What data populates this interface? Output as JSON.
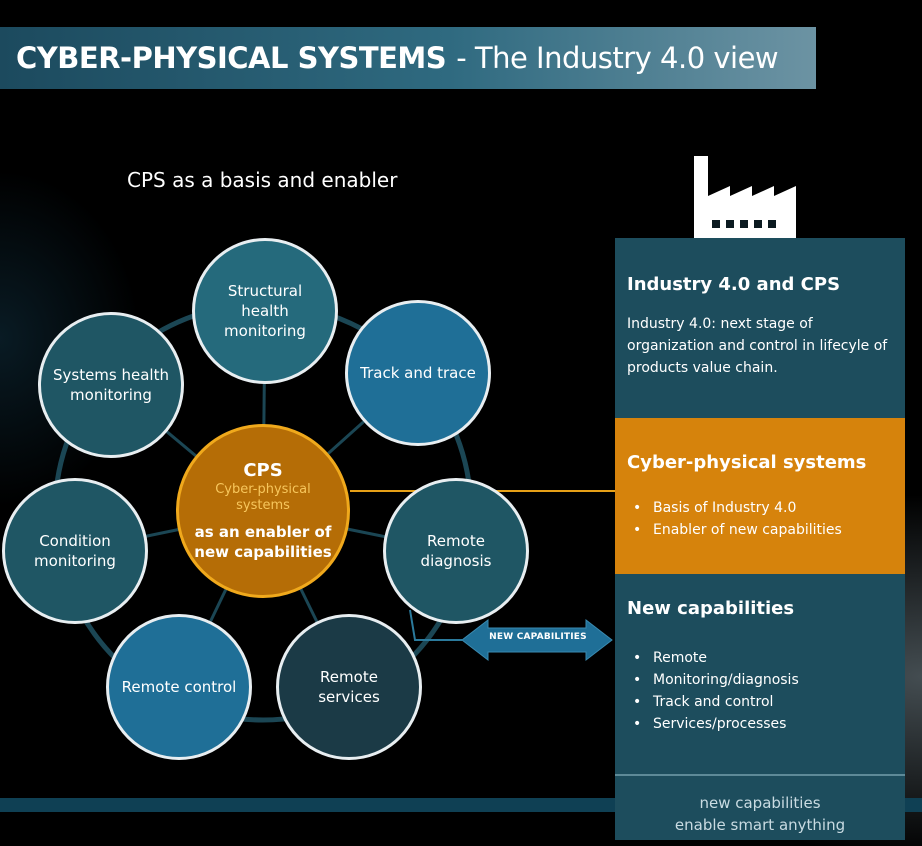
{
  "title": {
    "bold": "CYBER-PHYSICAL SYSTEMS",
    "rest": "- The Industry 4.0 view"
  },
  "subtitle": "CPS as a basis and enabler",
  "center": {
    "title": "CPS",
    "subtitle": "Cyber-physical systems",
    "description": "as an enabler of new capabilities"
  },
  "nodes": {
    "structural": "Structural health monitoring",
    "track": "Track and trace",
    "systems": "Systems health monitoring",
    "condition": "Condition monitoring",
    "remote_diagnosis": "Remote diagnosis",
    "remote_control": "Remote control",
    "remote_services": "Remote services"
  },
  "arrow_label": "NEW CAPABILITIES",
  "panel_industry": {
    "heading": "Industry 4.0 and CPS",
    "text": "Industry 4.0: next stage of organization and control in lifecyle of products value chain."
  },
  "panel_cps": {
    "heading": "Cyber-physical systems",
    "bullets": [
      "Basis of Industry 4.0",
      "Enabler of new capabilities"
    ]
  },
  "panel_capabilities": {
    "heading": "New capabilities",
    "bullets": [
      "Remote",
      "Monitoring/diagnosis",
      "Track and control",
      "Services/processes"
    ]
  },
  "panel_footer": {
    "line1": "new capabilities",
    "line2": "enable smart anything"
  },
  "colors": {
    "teal_panel": "#1d4d5d",
    "orange_panel": "#d6830c",
    "cps_core": "#b56d06",
    "blue_node": "#1f6f97"
  },
  "icons": {
    "factory": "factory-icon",
    "arrow": "double-arrow-icon"
  }
}
